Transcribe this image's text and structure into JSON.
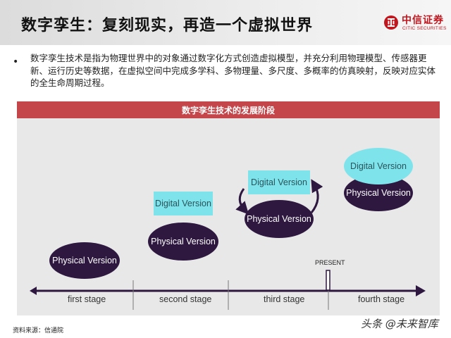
{
  "header": {
    "title": "数字孪生：复刻现实，再造一个虚拟世界",
    "brand_cn": "中信证券",
    "brand_en": "CITIC SECURITIES",
    "brand_color": "#c0161e"
  },
  "intro": {
    "bullet": "•",
    "text": "数字孪生技术是指为物理世界中的对象通过数字化方式创造虚拟模型，并充分利用物理模型、传感器更新、运行历史等数据，在虚拟空间中完成多学科、多物理量、多尺度、多概率的仿真映射，反映对应实体的全生命周期过程。"
  },
  "diagram": {
    "title": "数字孪生技术的发展阶段",
    "title_bar_color": "#c4464a",
    "physical_label": "Physical Version",
    "digital_label": "Digital Version",
    "physical_color": "#2e1840",
    "digital_color": "#7fe3ec",
    "present_label": "PRESENT",
    "stages": [
      "first stage",
      "second stage",
      "third stage",
      "fourth stage"
    ]
  },
  "footer": {
    "source": "资料来源：信通院",
    "watermark": "头条 @未来智库"
  }
}
